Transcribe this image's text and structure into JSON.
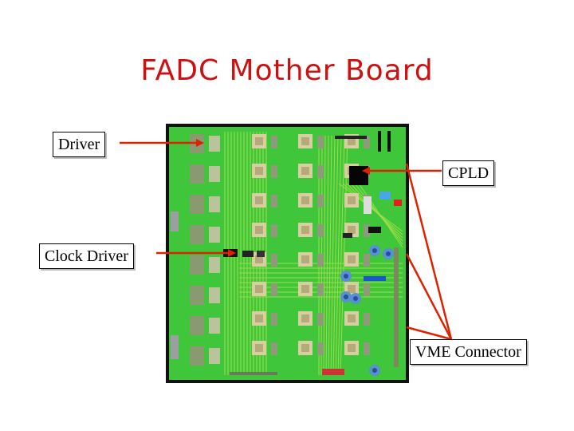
{
  "title": "FADC Mother Board",
  "callouts": {
    "driver": "Driver",
    "cpld": "CPLD",
    "clock_driver": "Clock Driver",
    "vme_connector": "VME Connector"
  },
  "colors": {
    "title": "#cc1111",
    "board_green": "#3fc63a",
    "board_frame": "#111111",
    "arrow": "#dd2200"
  }
}
